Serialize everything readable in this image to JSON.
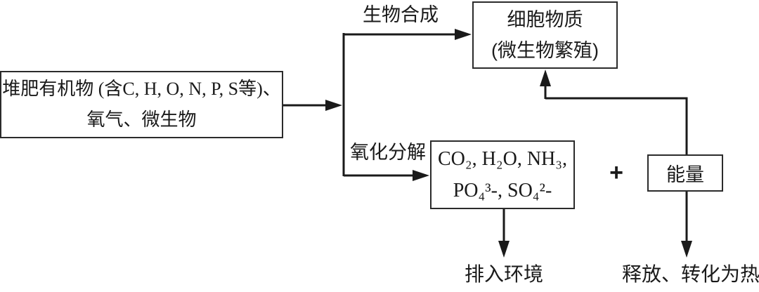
{
  "diagram": {
    "background": "#ffffff",
    "line_color": "#1a1a1a",
    "text_color": "#1a1a1a",
    "nodes": {
      "input": {
        "line1": "堆肥有机物 (含C, H, O, N, P, S等)、",
        "line2": "氧气、微生物"
      },
      "cell": {
        "line1": "细胞物质",
        "line2": "(微生物繁殖)"
      },
      "products": {
        "line1": "CO₂, H₂O, NH₃,",
        "line2": "PO₄³-, SO₄²-"
      },
      "energy": {
        "label": "能量"
      }
    },
    "labels": {
      "biosynthesis": "生物合成",
      "oxidation": "氧化分解",
      "plus": "+",
      "discharge": "排入环境",
      "heat": "释放、转化为热"
    }
  }
}
